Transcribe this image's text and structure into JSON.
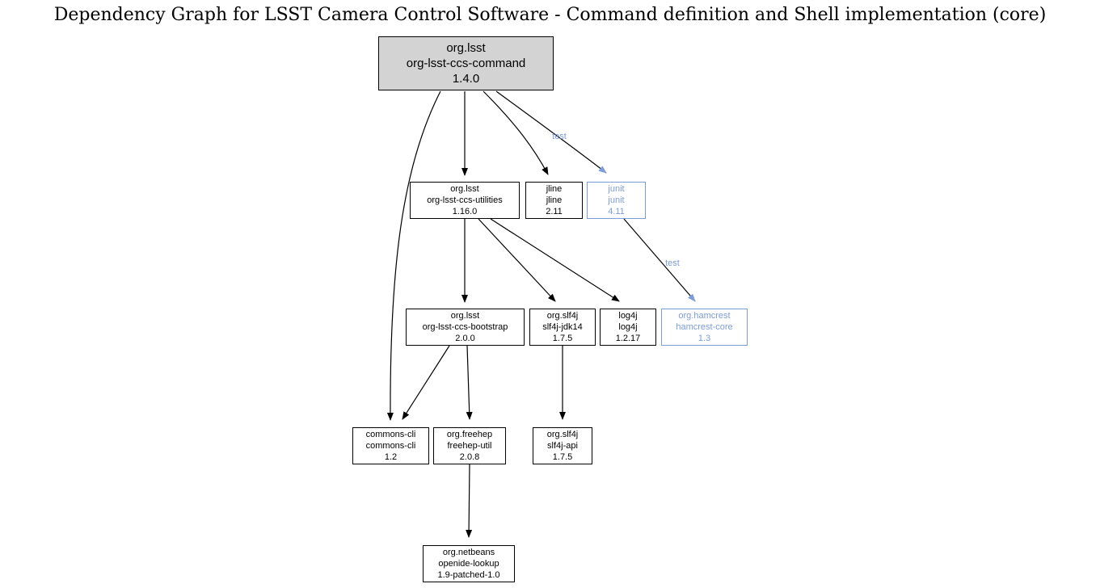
{
  "title": "Dependency Graph for LSST Camera Control Software - Command definition and Shell implementation (core)",
  "colors": {
    "root_node_bg": "#d3d3d3",
    "node_border": "#000000",
    "edge_color": "#000000",
    "test_scope_color": "#7e9cd8"
  },
  "nodes": [
    {
      "id": "org-lsst-ccs-command",
      "lines": [
        "org.lsst",
        "org-lsst-ccs-command",
        "1.4.0"
      ],
      "scope": "root"
    },
    {
      "id": "org-lsst-ccs-utilities",
      "lines": [
        "org.lsst",
        "org-lsst-ccs-utilities",
        "1.16.0"
      ],
      "scope": "compile"
    },
    {
      "id": "jline",
      "lines": [
        "jline",
        "jline",
        "2.11"
      ],
      "scope": "compile"
    },
    {
      "id": "junit",
      "lines": [
        "junit",
        "junit",
        "4.11"
      ],
      "scope": "test"
    },
    {
      "id": "org-lsst-ccs-bootstrap",
      "lines": [
        "org.lsst",
        "org-lsst-ccs-bootstrap",
        "2.0.0"
      ],
      "scope": "compile"
    },
    {
      "id": "slf4j-jdk14",
      "lines": [
        "org.slf4j",
        "slf4j-jdk14",
        "1.7.5"
      ],
      "scope": "compile"
    },
    {
      "id": "log4j",
      "lines": [
        "log4j",
        "log4j",
        "1.2.17"
      ],
      "scope": "compile"
    },
    {
      "id": "hamcrest-core",
      "lines": [
        "org.hamcrest",
        "hamcrest-core",
        "1.3"
      ],
      "scope": "test"
    },
    {
      "id": "commons-cli",
      "lines": [
        "commons-cli",
        "commons-cli",
        "1.2"
      ],
      "scope": "compile"
    },
    {
      "id": "freehep-util",
      "lines": [
        "org.freehep",
        "freehep-util",
        "2.0.8"
      ],
      "scope": "compile"
    },
    {
      "id": "slf4j-api",
      "lines": [
        "org.slf4j",
        "slf4j-api",
        "1.7.5"
      ],
      "scope": "compile"
    },
    {
      "id": "openide-lookup",
      "lines": [
        "org.netbeans",
        "openide-lookup",
        "1.9-patched-1.0"
      ],
      "scope": "compile"
    }
  ],
  "edges": [
    {
      "from": "org-lsst-ccs-command",
      "to": "org-lsst-ccs-utilities",
      "scope": "compile",
      "label": ""
    },
    {
      "from": "org-lsst-ccs-command",
      "to": "jline",
      "scope": "compile",
      "label": ""
    },
    {
      "from": "org-lsst-ccs-command",
      "to": "junit",
      "scope": "test",
      "label": "test"
    },
    {
      "from": "org-lsst-ccs-command",
      "to": "commons-cli",
      "scope": "compile",
      "label": ""
    },
    {
      "from": "org-lsst-ccs-utilities",
      "to": "org-lsst-ccs-bootstrap",
      "scope": "compile",
      "label": ""
    },
    {
      "from": "org-lsst-ccs-utilities",
      "to": "slf4j-jdk14",
      "scope": "compile",
      "label": ""
    },
    {
      "from": "org-lsst-ccs-utilities",
      "to": "log4j",
      "scope": "compile",
      "label": ""
    },
    {
      "from": "junit",
      "to": "hamcrest-core",
      "scope": "test",
      "label": "test"
    },
    {
      "from": "org-lsst-ccs-bootstrap",
      "to": "commons-cli",
      "scope": "compile",
      "label": ""
    },
    {
      "from": "org-lsst-ccs-bootstrap",
      "to": "freehep-util",
      "scope": "compile",
      "label": ""
    },
    {
      "from": "slf4j-jdk14",
      "to": "slf4j-api",
      "scope": "compile",
      "label": ""
    },
    {
      "from": "freehep-util",
      "to": "openide-lookup",
      "scope": "compile",
      "label": ""
    }
  ]
}
